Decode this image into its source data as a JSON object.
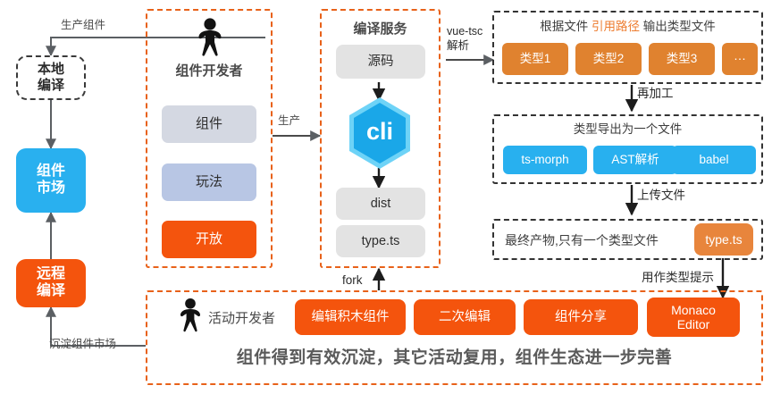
{
  "left_flow": {
    "edge_top_label": "生产组件",
    "edge_bottom_label": "沉淀组件市场",
    "local_compile": "本地\n编译",
    "market": "组件\n市场",
    "remote_compile": "远程\n编译"
  },
  "developer_panel": {
    "person_icon": "person-icon",
    "title": "组件开发者",
    "items": [
      {
        "label": "组件",
        "style": "grey"
      },
      {
        "label": "玩法",
        "style": "blue"
      },
      {
        "label": "开放",
        "style": "orange"
      }
    ],
    "out_edge_label": "生产"
  },
  "compile_service": {
    "title": "编译服务",
    "source": "源码",
    "logo_text": "cli",
    "dist": "dist",
    "type_file": "type.ts",
    "out_edge_label": "vue-tsc\n解析",
    "fork_label": "fork"
  },
  "type_output": {
    "title_prefix": "根据文件 ",
    "title_accent": "引用路径",
    "title_suffix": " 输出类型文件",
    "chips": [
      "类型1",
      "类型2",
      "类型3",
      "···"
    ],
    "next_edge_label": "再加工"
  },
  "type_merge": {
    "title": "类型导出为一个文件",
    "chips": [
      "ts-morph",
      "AST解析",
      "babel"
    ],
    "next_edge_label": "上传文件"
  },
  "final_product": {
    "text": "最终产物,只有一个类型文件",
    "chip": "type.ts",
    "next_edge_label": "用作类型提示"
  },
  "activity_panel": {
    "person_icon": "person-icon",
    "title": "活动开发者",
    "chips": [
      "编辑积木组件",
      "二次编辑",
      "组件分享",
      "Monaco\nEditor"
    ],
    "tagline": "组件得到有效沉淀，其它活动复用，组件生态进一步完善"
  },
  "colors": {
    "orange": "#f4540d",
    "orange_muted": "#e0822f",
    "blue": "#29b0ef",
    "dashed_orange": "#e8621a",
    "dashed_black": "#333333",
    "chip_grey": "#d4d8e2",
    "chip_blue": "#b8c6e4",
    "chip_soft": "#e3e3e3"
  }
}
